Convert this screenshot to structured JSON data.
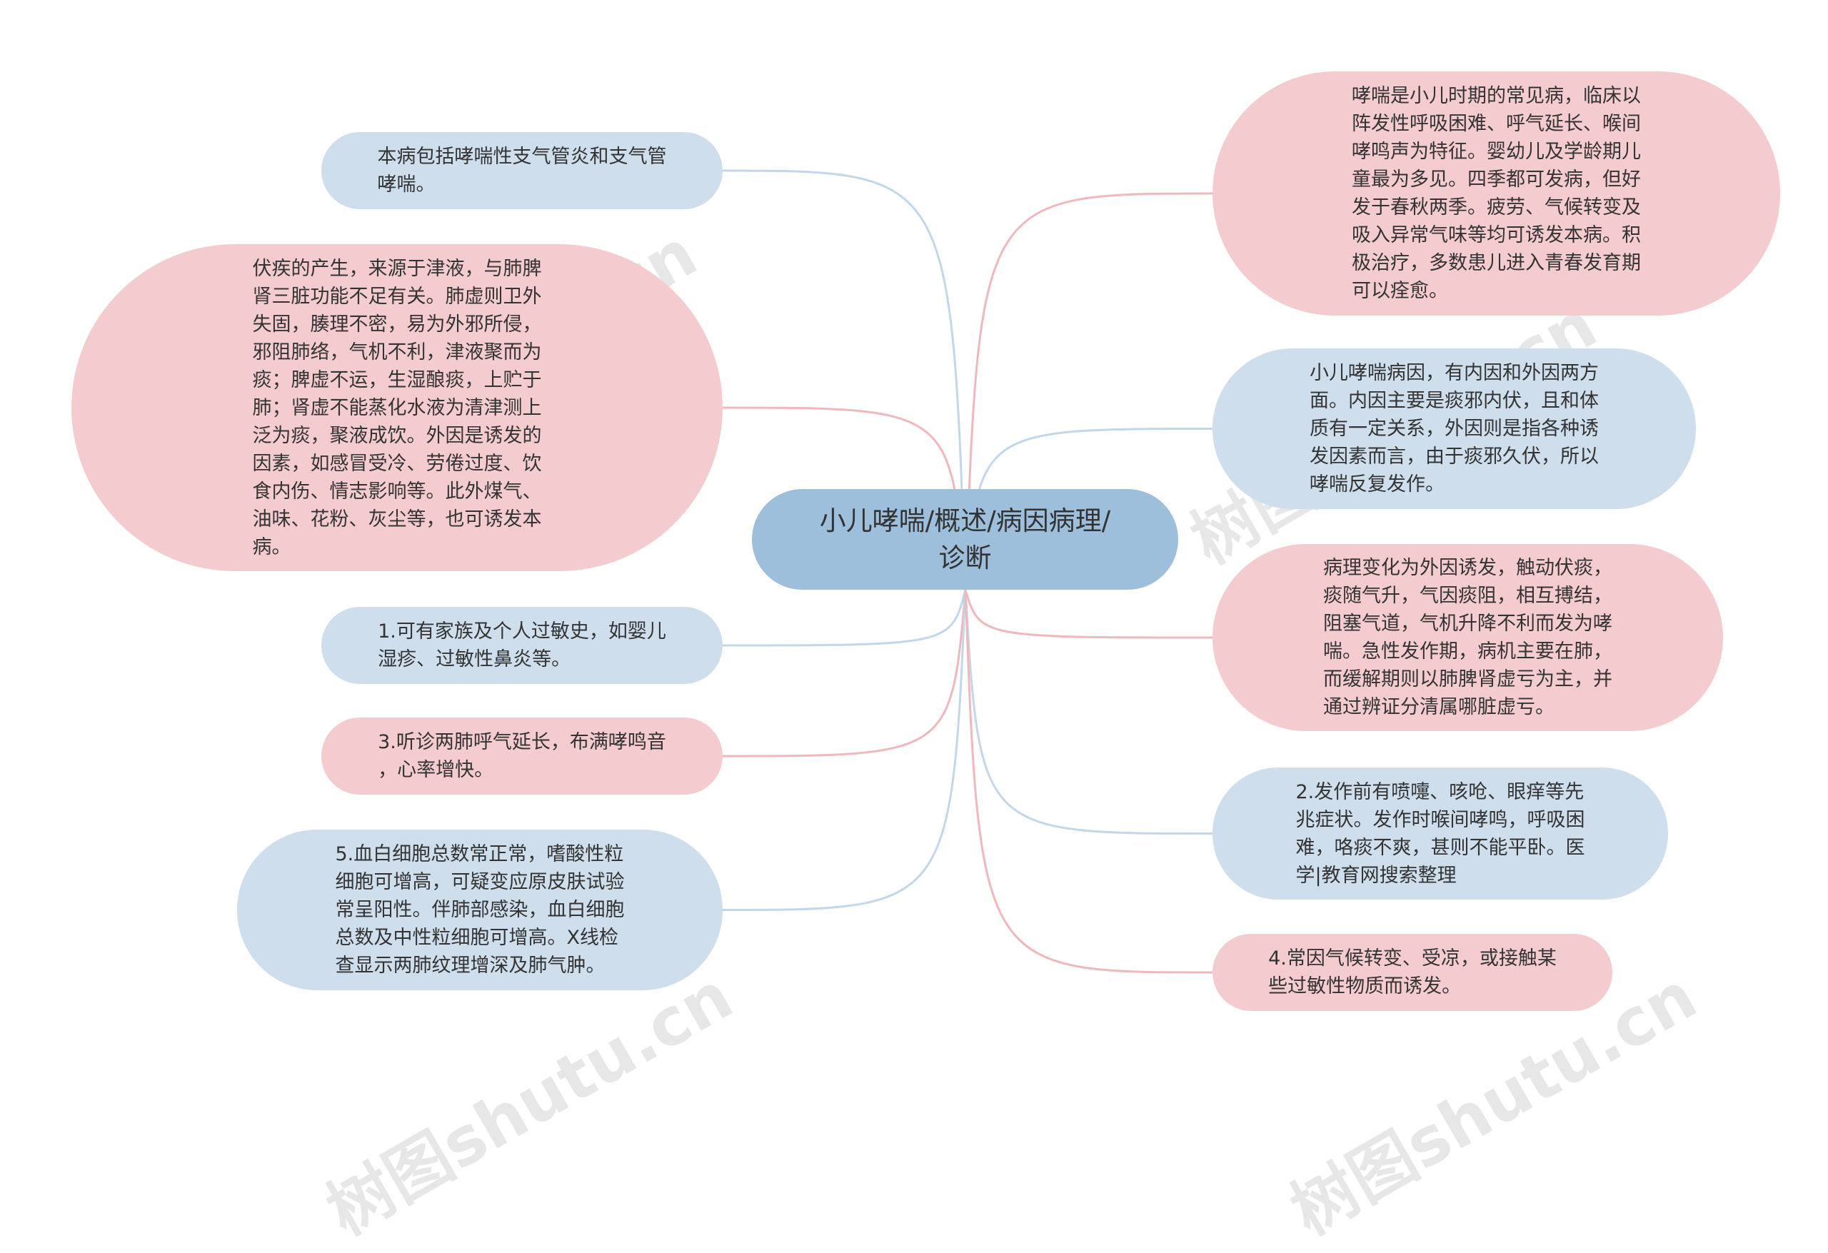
{
  "root": {
    "text": "小儿哮喘/概述/病因病理/\n诊断"
  },
  "left_nodes": [
    {
      "id": "l1",
      "color": "blue",
      "text": "本病包括哮喘性支气管炎和支气管\n哮喘。"
    },
    {
      "id": "l2",
      "color": "pink",
      "text": "伏疾的产生，来源于津液，与肺脾\n肾三脏功能不足有关。肺虚则卫外\n失固，腠理不密，易为外邪所侵，\n邪阻肺络，气机不利，津液聚而为\n痰；脾虚不运，生湿酿痰，上贮于\n肺；肾虚不能蒸化水液为清津测上\n泛为痰，聚液成饮。外因是诱发的\n因素，如感冒受冷、劳倦过度、饮\n食内伤、情志影响等。此外煤气、\n油味、花粉、灰尘等，也可诱发本\n病。"
    },
    {
      "id": "l3",
      "color": "blue",
      "text": "1.可有家族及个人过敏史，如婴儿\n湿疹、过敏性鼻炎等。"
    },
    {
      "id": "l4",
      "color": "pink",
      "text": "3.听诊两肺呼气延长，布满哮鸣音\n，心率增快。"
    },
    {
      "id": "l5",
      "color": "blue",
      "text": "5.血白细胞总数常正常，嗜酸性粒\n细胞可增高，可疑变应原皮肤试验\n常呈阳性。伴肺部感染，血白细胞\n总数及中性粒细胞可增高。X线检\n查显示两肺纹理增深及肺气肿。"
    }
  ],
  "right_nodes": [
    {
      "id": "r1",
      "color": "pink",
      "text": "哮喘是小儿时期的常见病，临床以\n阵发性呼吸困难、呼气延长、喉间\n哮鸣声为特征。婴幼儿及学龄期儿\n童最为多见。四季都可发病，但好\n发于春秋两季。疲劳、气候转变及\n吸入异常气味等均可诱发本病。积\n极治疗，多数患儿进入青春发育期\n可以痊愈。"
    },
    {
      "id": "r2",
      "color": "blue",
      "text": "小儿哮喘病因，有内因和外因两方\n面。内因主要是痰邪内伏，且和体\n质有一定关系，外因则是指各种诱\n发因素而言，由于痰邪久伏，所以\n哮喘反复发作。"
    },
    {
      "id": "r3",
      "color": "pink",
      "text": "病理变化为外因诱发，触动伏痰，\n痰随气升，气因痰阻，相互搏结，\n阻塞气道，气机升降不利而发为哮\n喘。急性发作期，病机主要在肺，\n而缓解期则以肺脾肾虚亏为主，并\n通过辨证分清属哪脏虚亏。"
    },
    {
      "id": "r4",
      "color": "blue",
      "text": "2.发作前有喷嚏、咳呛、眼痒等先\n兆症状。发作时喉间哮鸣，呼吸困\n难，咯痰不爽，甚则不能平卧。医\n学|教育网搜索整理"
    },
    {
      "id": "r5",
      "color": "pink",
      "text": "4.常因气候转变、受凉，或接触某\n些过敏性物质而诱发。"
    }
  ],
  "watermarks": [
    "树图shutu.cn",
    "树图shutu.cn",
    "树图shutu.cn",
    "树图shutu.cn"
  ],
  "colors": {
    "blue_node": "#cfdeed",
    "pink_node": "#f4ccd0",
    "root": "#9ebfdb",
    "blue_link": "#c3d6ea",
    "pink_link": "#f0b7bd"
  }
}
